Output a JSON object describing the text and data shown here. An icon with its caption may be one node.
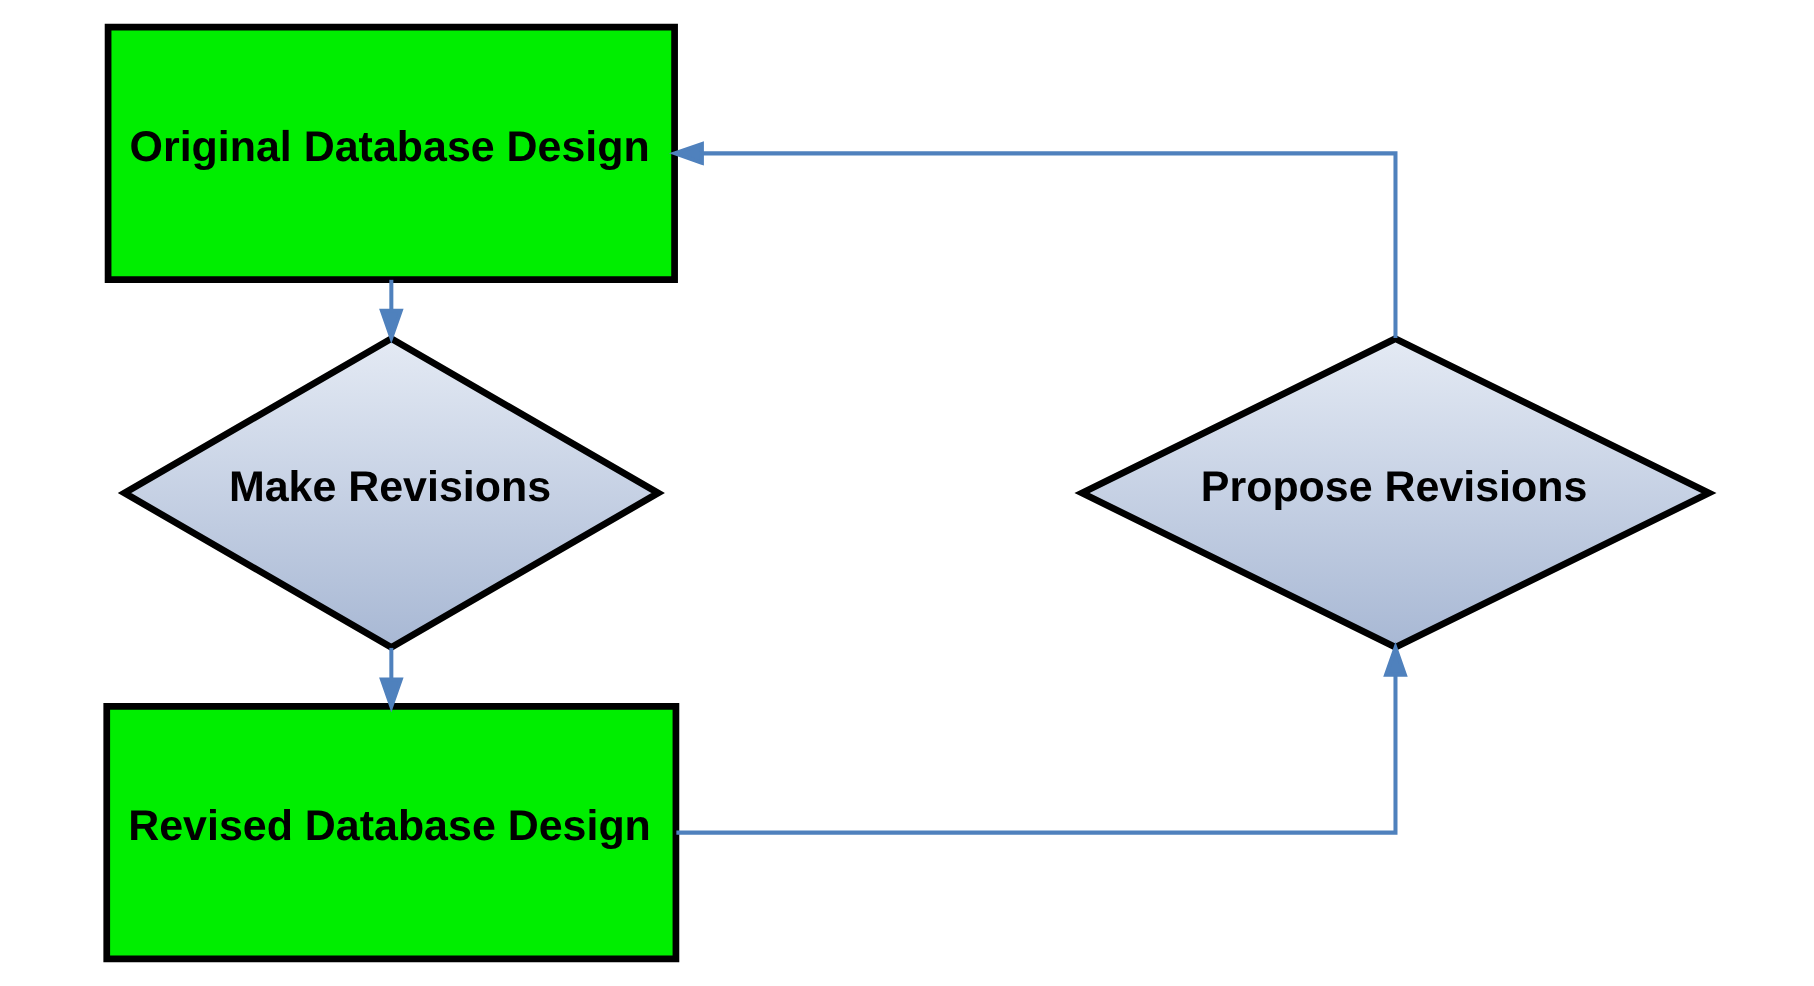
{
  "diagram": {
    "nodes": [
      {
        "text": [
          "Original Database Design"
        ]
      },
      {
        "text": [
          "Make Revisions"
        ]
      },
      {
        "text": [
          "Revised Database Design"
        ]
      },
      {
        "text": [
          "Propose Revisions"
        ]
      }
    ],
    "edges": [
      {
        "from": 0,
        "to": 1,
        "arrow": "to"
      },
      {
        "from": 1,
        "to": 2,
        "arrow": "to"
      },
      {
        "from": 2,
        "to": 3,
        "arrow": "to"
      },
      {
        "from": 3,
        "to": 0,
        "arrow": "to"
      }
    ]
  }
}
